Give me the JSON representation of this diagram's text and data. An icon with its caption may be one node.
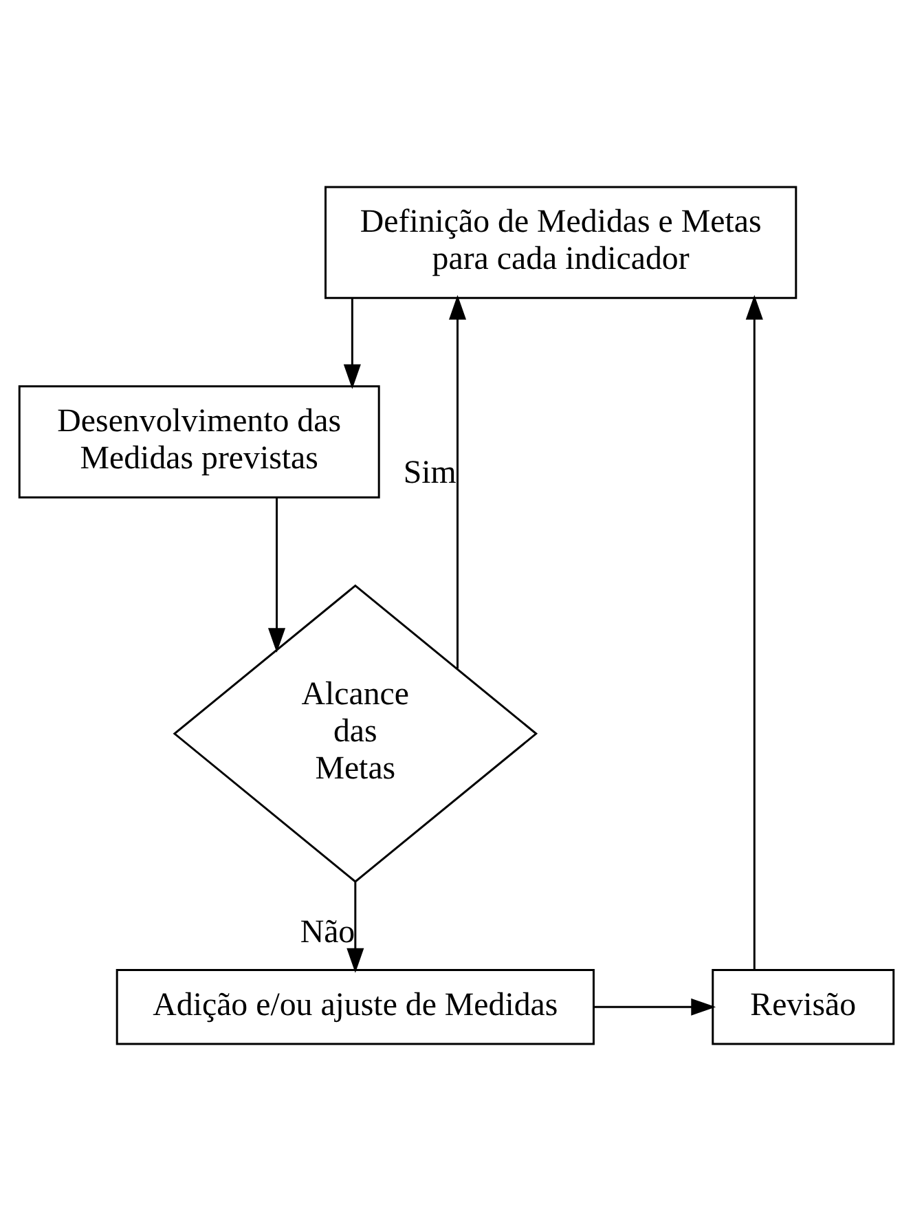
{
  "diagram": {
    "nodes": [
      {
        "text": [
          "Definição de Medidas e Metas para cada indicador"
        ]
      },
      {
        "text": [
          "Desenvolvimento das Medidas previstas"
        ]
      },
      {
        "text": [
          "Alcance das Metas"
        ]
      },
      {
        "text": [
          "Revisão"
        ]
      },
      {
        "text": [
          "Adição e/ou ajuste de Medidas"
        ]
      }
    ],
    "edges": [
      {
        "from": 0,
        "to": 1,
        "arrow": "to"
      },
      {
        "from": 1,
        "to": 2,
        "arrow": "to"
      },
      {
        "from": 2,
        "to": 0,
        "arrow": "to",
        "label": "Sim"
      },
      {
        "from": 2,
        "to": 4,
        "arrow": "to",
        "label": "Não"
      },
      {
        "from": 4,
        "to": 3,
        "arrow": "to"
      },
      {
        "from": 3,
        "to": 0,
        "arrow": "to"
      }
    ]
  }
}
